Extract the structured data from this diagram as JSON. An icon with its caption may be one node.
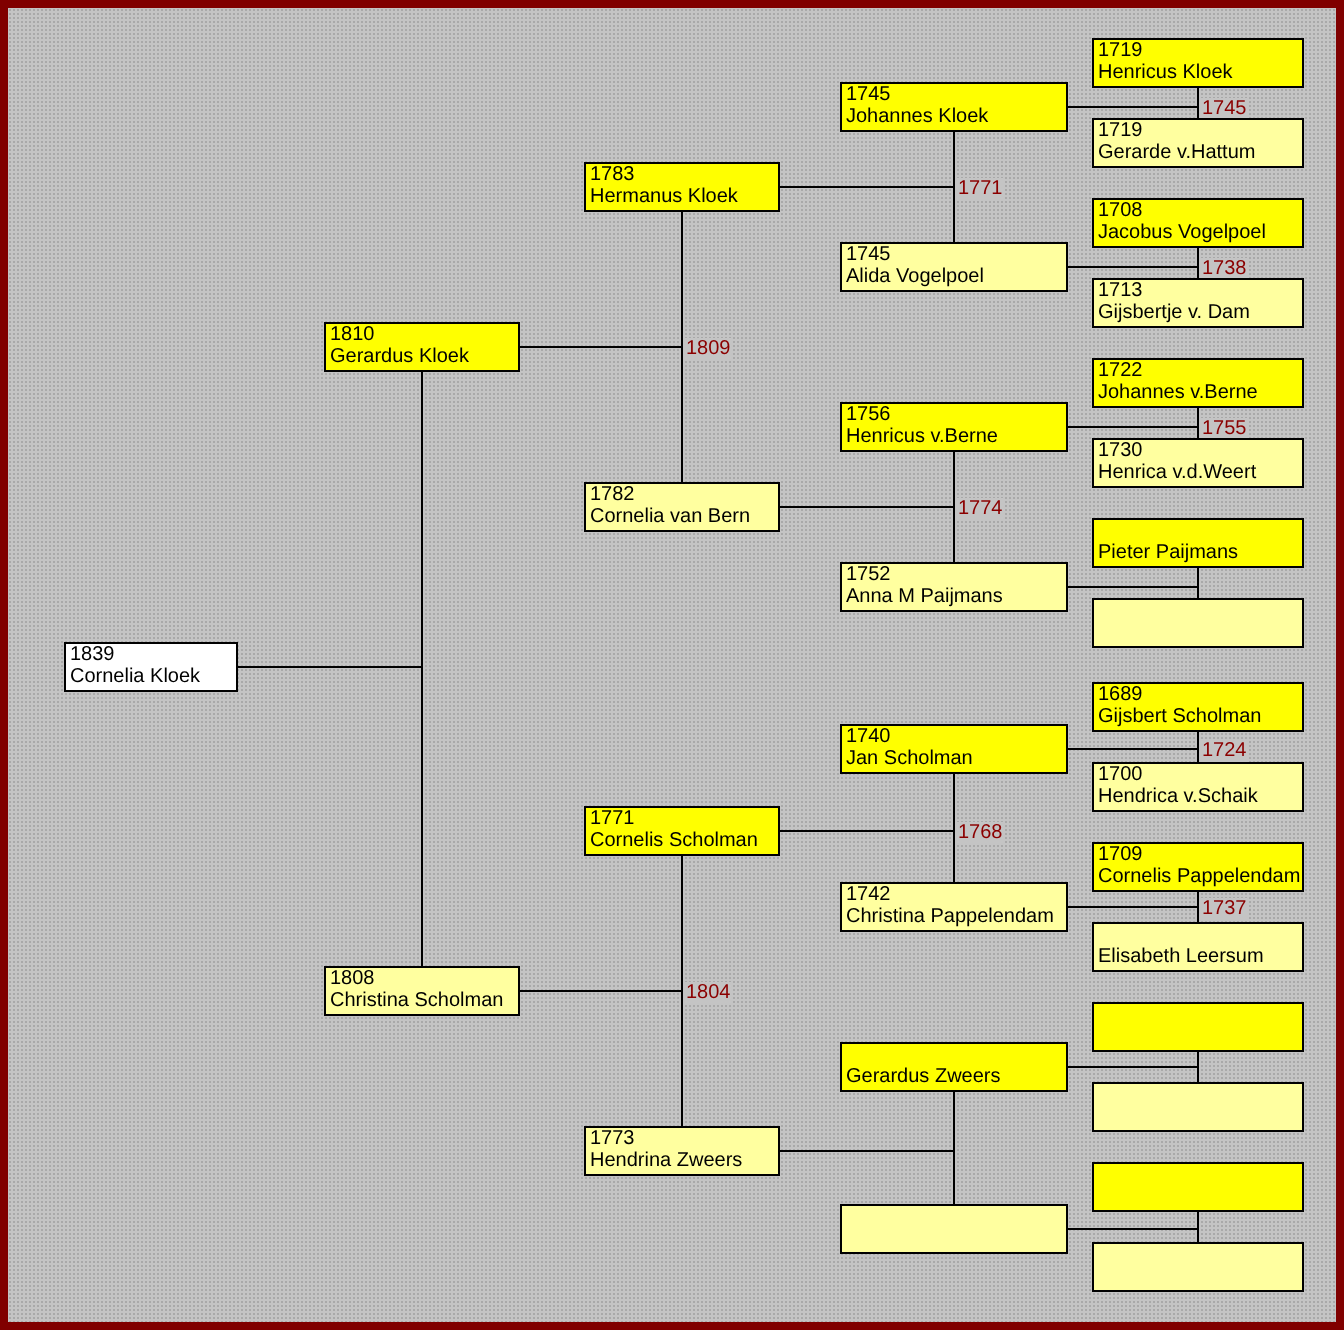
{
  "diagram": {
    "nodes": [
      {
        "text": [
          "1839",
          "Cornelia Kloek"
        ]
      },
      {
        "text": [
          "1810",
          "Gerardus Kloek"
        ]
      },
      {
        "text": [
          "1808",
          "Christina Scholman"
        ]
      },
      {
        "text": [
          "1783",
          "Hermanus Kloek"
        ]
      },
      {
        "text": [
          "1782",
          "Cornelia van Bern"
        ]
      },
      {
        "text": [
          "1771",
          "Cornelis Scholman"
        ]
      },
      {
        "text": [
          "1773",
          "Hendrina Zweers"
        ]
      },
      {
        "text": [
          "1745",
          "Johannes Kloek"
        ]
      },
      {
        "text": [
          "1745",
          "Alida Vogelpoel"
        ]
      },
      {
        "text": [
          "1756",
          "Henricus v.Berne"
        ]
      },
      {
        "text": [
          "1752",
          "Anna M Paijmans"
        ]
      },
      {
        "text": [
          "1740",
          "Jan Scholman"
        ]
      },
      {
        "text": [
          "1742",
          "Christina Pappelendam"
        ]
      },
      {
        "text": [
          "Gerardus Zweers"
        ]
      },
      {
        "text": [],
        "shape": "box"
      },
      {
        "text": [
          "1719",
          "Henricus Kloek"
        ]
      },
      {
        "text": [
          "1719",
          "Gerarde v.Hattum"
        ]
      },
      {
        "text": [
          "1708",
          "Jacobus Vogelpoel"
        ]
      },
      {
        "text": [
          "1713",
          "Gijsbertje v. Dam"
        ]
      },
      {
        "text": [
          "1722",
          "Johannes v.Berne"
        ]
      },
      {
        "text": [
          "1730",
          "Henrica v.d.Weert"
        ]
      },
      {
        "text": [
          "Pieter Paijmans"
        ]
      },
      {
        "text": [],
        "shape": "box"
      },
      {
        "text": [
          "1689",
          "Gijsbert Scholman"
        ]
      },
      {
        "text": [
          "1700",
          "Hendrica v.Schaik"
        ]
      },
      {
        "text": [
          "1709",
          "Cornelis Pappelendam"
        ]
      },
      {
        "text": [
          "Elisabeth Leersum"
        ]
      },
      {
        "text": [],
        "shape": "box"
      },
      {
        "text": [],
        "shape": "box"
      },
      {
        "text": [],
        "shape": "box"
      },
      {
        "text": [],
        "shape": "box"
      }
    ],
    "edges": [
      {
        "from": 0,
        "to": 1,
        "arrow": "none"
      },
      {
        "from": 0,
        "to": 2,
        "arrow": "none"
      },
      {
        "from": 1,
        "to": 3,
        "arrow": "none",
        "label": "1809"
      },
      {
        "from": 1,
        "to": 4,
        "arrow": "none"
      },
      {
        "from": 2,
        "to": 5,
        "arrow": "none",
        "label": "1804"
      },
      {
        "from": 2,
        "to": 6,
        "arrow": "none"
      },
      {
        "from": 3,
        "to": 7,
        "arrow": "none",
        "label": "1771"
      },
      {
        "from": 3,
        "to": 8,
        "arrow": "none"
      },
      {
        "from": 4,
        "to": 9,
        "arrow": "none",
        "label": "1774"
      },
      {
        "from": 4,
        "to": 10,
        "arrow": "none"
      },
      {
        "from": 5,
        "to": 11,
        "arrow": "none",
        "label": "1768"
      },
      {
        "from": 5,
        "to": 12,
        "arrow": "none"
      },
      {
        "from": 6,
        "to": 13,
        "arrow": "none"
      },
      {
        "from": 6,
        "to": 14,
        "arrow": "none"
      },
      {
        "from": 7,
        "to": 15,
        "arrow": "none",
        "label": "1745"
      },
      {
        "from": 7,
        "to": 16,
        "arrow": "none"
      },
      {
        "from": 8,
        "to": 17,
        "arrow": "none",
        "label": "1738"
      },
      {
        "from": 8,
        "to": 18,
        "arrow": "none"
      },
      {
        "from": 9,
        "to": 19,
        "arrow": "none",
        "label": "1755"
      },
      {
        "from": 9,
        "to": 20,
        "arrow": "none"
      },
      {
        "from": 10,
        "to": 21,
        "arrow": "none"
      },
      {
        "from": 10,
        "to": 22,
        "arrow": "none"
      },
      {
        "from": 11,
        "to": 23,
        "arrow": "none",
        "label": "1724"
      },
      {
        "from": 11,
        "to": 24,
        "arrow": "none"
      },
      {
        "from": 12,
        "to": 25,
        "arrow": "none",
        "label": "1737"
      },
      {
        "from": 12,
        "to": 26,
        "arrow": "none"
      },
      {
        "from": 13,
        "to": 27,
        "arrow": "none"
      },
      {
        "from": 13,
        "to": 28,
        "arrow": "none"
      },
      {
        "from": 14,
        "to": 29,
        "arrow": "none"
      },
      {
        "from": 14,
        "to": 30,
        "arrow": "none"
      }
    ]
  }
}
